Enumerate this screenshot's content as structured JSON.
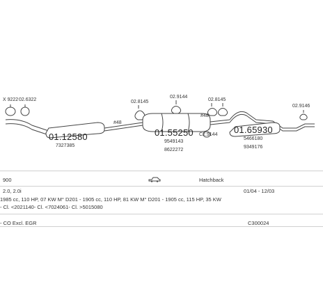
{
  "diagram": {
    "parts": {
      "p1_a": "X 9222",
      "p1_b": "02.6322",
      "p1_main": "01.12580",
      "p1_ref": "7327385",
      "pipe1": "#48",
      "p2_a": "02.8145",
      "p2_b": "02.9144",
      "p2_main": "01.55250",
      "p2_ref1": "9549143",
      "p2_ref2": "8622272",
      "pipe2": "#48",
      "p3_a": "02.8145",
      "p3_b": "C2.9144",
      "p3_main": "01.65930",
      "p3_ref1": "5466180",
      "p3_ref2": "9349176",
      "p4_a": "02.9146"
    }
  },
  "table": {
    "row1": {
      "model": "900",
      "body_type": "Hatchback"
    },
    "row2": {
      "engine": "2.0, 2.0i",
      "dates": "01/04 - 12/03"
    },
    "row3": {
      "details": "1985 cc, 110 HP, 07 KW M° D201 - 1905 cc, 110 HP, 81 KW M° D201 - 1905 cc, 115 HP, 35 KW"
    },
    "row4": {
      "notes": "- Cl. <2021140- Cl. <7024061- Cl. >5015080"
    },
    "row5": {
      "emission": "- CO Excl. EGR",
      "code": "C300024"
    }
  },
  "icons": {
    "car": "car-silhouette-icon"
  }
}
